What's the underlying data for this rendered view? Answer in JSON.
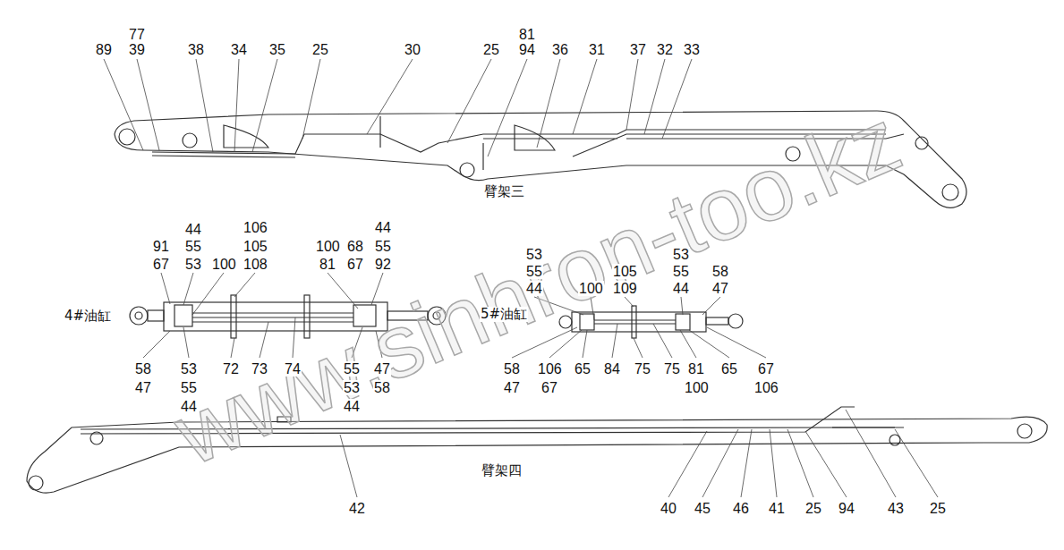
{
  "diagram": {
    "labels": [
      "77",
      "89",
      "39",
      "38",
      "34",
      "35",
      "25",
      "30",
      "25",
      "81",
      "94",
      "36",
      "31",
      "37",
      "32",
      "33",
      "臂架三",
      "44",
      "106",
      "44",
      "91",
      "55",
      "105",
      "100",
      "68",
      "55",
      "67",
      "53",
      "100",
      "108",
      "81",
      "67",
      "92",
      "53",
      "55",
      "44",
      "105",
      "100",
      "109",
      "53",
      "55",
      "58",
      "44",
      "47",
      "4#油缸",
      "5#油缸",
      "58",
      "53",
      "72",
      "73",
      "74",
      "55",
      "47",
      "47",
      "55",
      "53",
      "58",
      "44",
      "44",
      "58",
      "106",
      "65",
      "84",
      "75",
      "75",
      "81",
      "65",
      "67",
      "47",
      "67",
      "100",
      "106",
      "臂架四",
      "42",
      "40",
      "45",
      "46",
      "41",
      "25",
      "94",
      "43",
      "25",
      "www.sinhron-too.kz"
    ]
  }
}
